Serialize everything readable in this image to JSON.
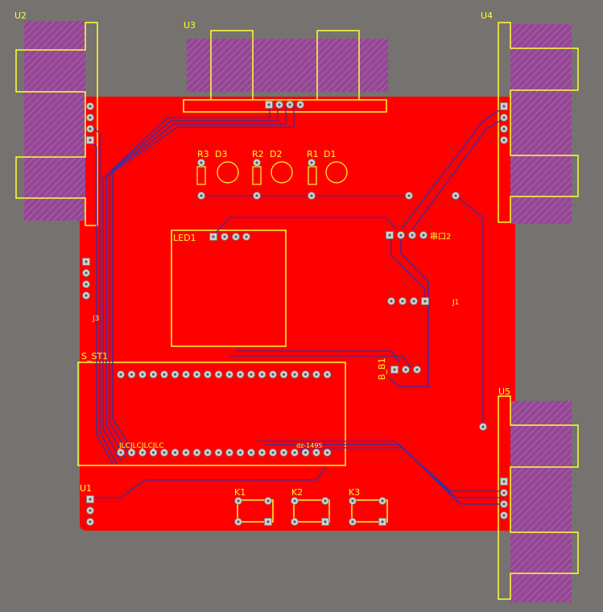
{
  "colors": {
    "background": "#767270",
    "board": "#ff0000",
    "trace": "#2a2aa8",
    "silkscreen": "#ffff33",
    "hatch": "#c040c0",
    "pad": "#c8c8c8"
  },
  "labels": {
    "u2": "U2",
    "u3": "U3",
    "u4": "U4",
    "u5": "U5",
    "u1": "U1",
    "r3": "R3",
    "d3": "D3",
    "r2": "R2",
    "d2": "D2",
    "r1": "R1",
    "d1": "D1",
    "led1": "LED1",
    "s_st1": "S_ST1",
    "b_b1": "B_B1",
    "k1": "K1",
    "k2": "K2",
    "k3": "K3",
    "chuan_kou2": "串口2",
    "jlc": "JLCJLCJLCJLC",
    "dz_label": "dz-1495",
    "j3": "J3",
    "j1": "J1"
  }
}
